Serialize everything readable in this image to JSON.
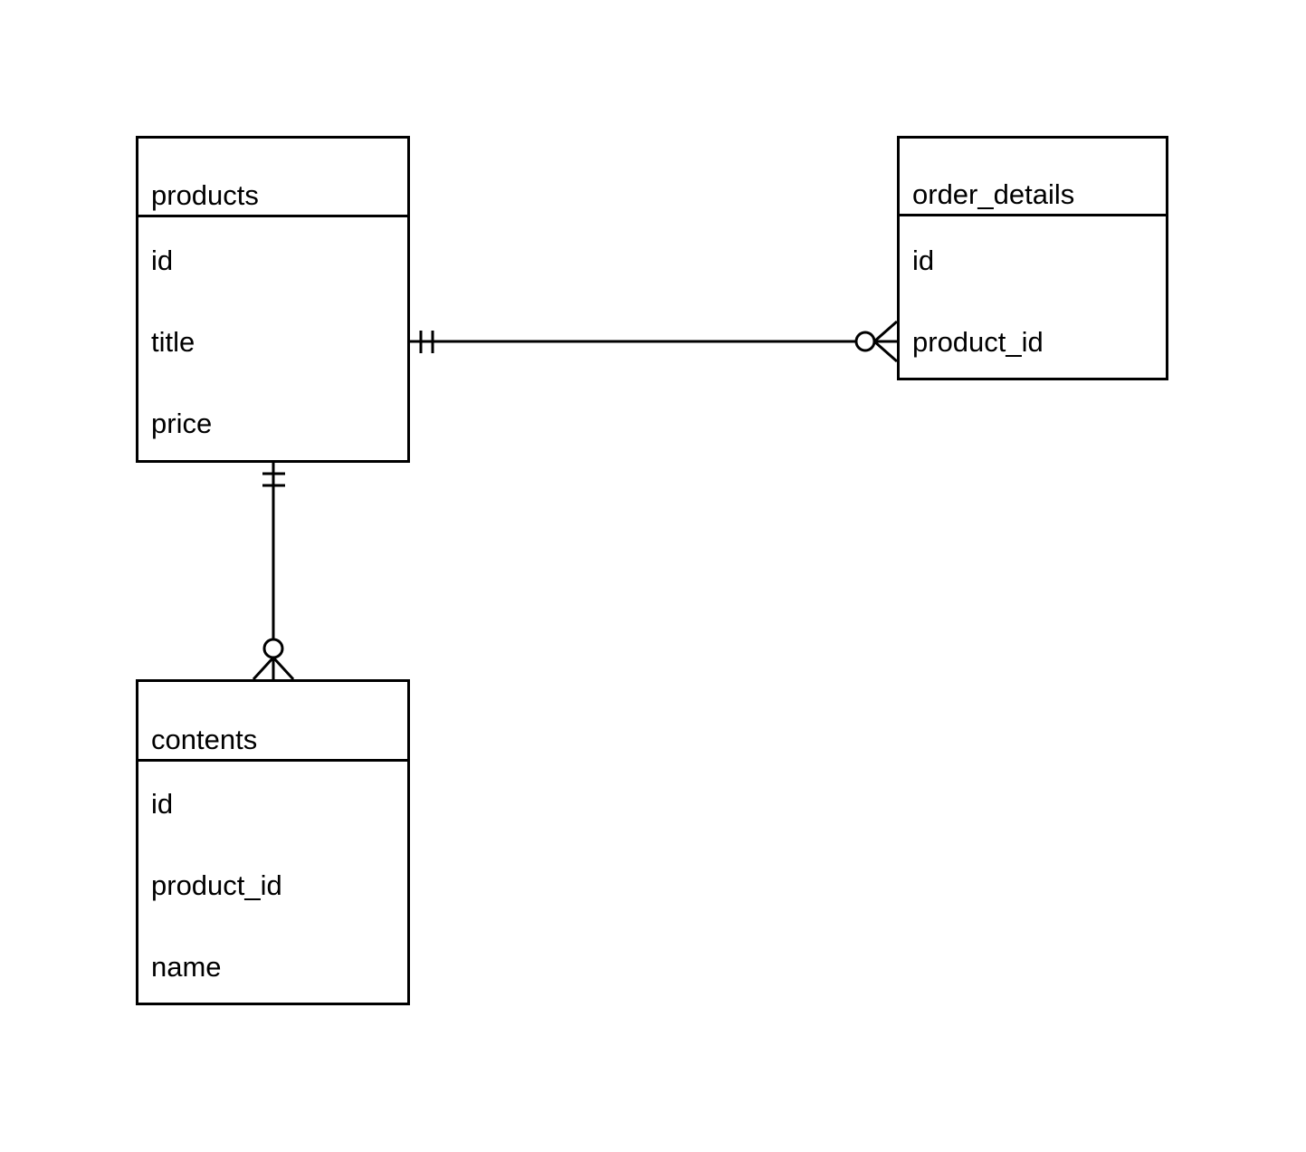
{
  "diagram": {
    "type": "entity-relationship-diagram",
    "notation": "crow's foot",
    "background_color": "#ffffff",
    "stroke_color": "#000000",
    "entities": [
      {
        "id": "products",
        "name": "products",
        "fields": [
          "id",
          "title",
          "price"
        ]
      },
      {
        "id": "order_details",
        "name": "order_details",
        "fields": [
          "id",
          "product_id"
        ]
      },
      {
        "id": "contents",
        "name": "contents",
        "fields": [
          "id",
          "product_id",
          "name"
        ]
      }
    ],
    "relationships": [
      {
        "id": "products-order_details",
        "from": "products",
        "to": "order_details",
        "from_cardinality": "one and only one",
        "to_cardinality": "zero or many"
      },
      {
        "id": "products-contents",
        "from": "products",
        "to": "contents",
        "from_cardinality": "one and only one",
        "to_cardinality": "zero or many"
      }
    ]
  }
}
